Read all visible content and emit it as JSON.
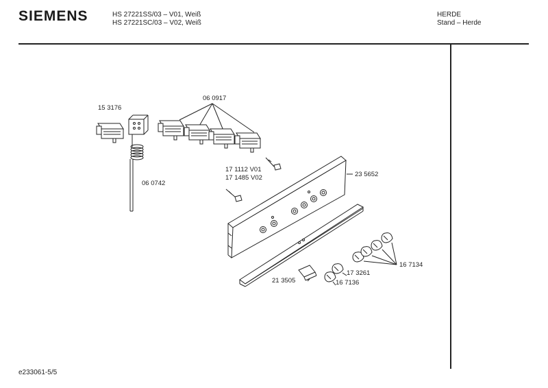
{
  "brand": "SIEMENS",
  "header": {
    "models": [
      "HS 27221SS/03 – V01, Weiß",
      "HS 27221SC/03 – V02, Weiß"
    ],
    "category": [
      "HERDE",
      "Stand – Herde"
    ]
  },
  "parts": {
    "p153176": "15 3176",
    "p060917": "06 0917",
    "p060742": "06 0742",
    "p171112": "17 1112 V01",
    "p171485": "17 1485 V02",
    "p235652": "23 5652",
    "p167134": "16 7134",
    "p173261": "17 3261",
    "p213505": "21 3505",
    "p167136": "16 7136"
  },
  "footer": "e233061-5/5"
}
